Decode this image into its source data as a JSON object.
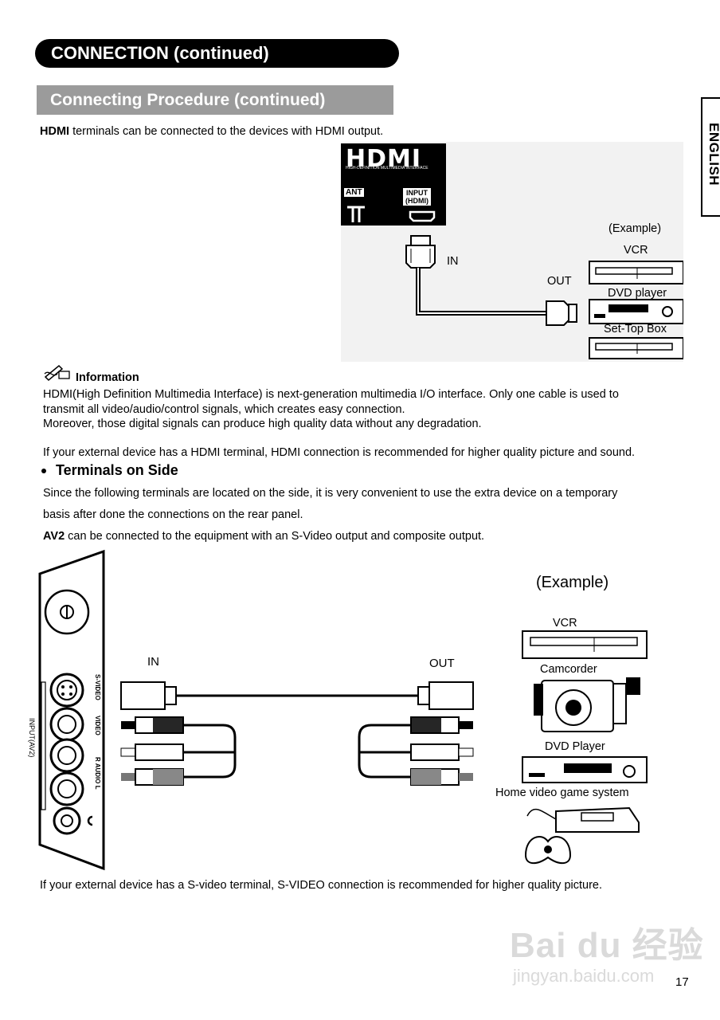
{
  "header": {
    "title": "CONNECTION (continued)",
    "subtitle": "Connecting Procedure (continued)",
    "language_tab": "ENGLISH"
  },
  "hdmi_section": {
    "intro_bold": "HDMI",
    "intro_rest": " terminals can be connected to the devices with HDMI output.",
    "panel_logo": "HDMI",
    "panel_logo_sub": "HIGH-DEFINITION MULTIMEDIA INTERFACE",
    "ant_label": "ANT",
    "input_label_line1": "INPUT",
    "input_label_line2": "(HDMI)",
    "in_label": "IN",
    "out_label": "OUT",
    "example_label": "(Example)",
    "devices": [
      "VCR",
      "DVD player",
      "Set-Top Box"
    ]
  },
  "information": {
    "heading": "Information",
    "line1": "HDMI(High Definition Multimedia Interface) is next-generation multimedia I/O interface. Only one cable is used to",
    "line2": "transmit all video/audio/control signals, which creates easy connection.",
    "line3": "Moreover, those digital signals can produce high quality data without any degradation.",
    "line4": "If your external device has a HDMI terminal, HDMI connection is recommended for higher quality picture and sound."
  },
  "side_section": {
    "heading": "Terminals on Side",
    "para1": "Since the following terminals are located on the side, it is very convenient to use the extra device on a temporary",
    "para2": "basis after done the connections on the rear panel.",
    "av2_bold": "AV2",
    "av2_rest": " can be connected to the equipment with an S-Video output and composite output.",
    "panel_labels": {
      "input": "INPUT(AV2)",
      "svideo": "S-VIDEO",
      "video": "VIDEO",
      "audio": "R  AUDIO  L"
    },
    "in_label": "IN",
    "out_label": "OUT",
    "example_label": "(Example)",
    "devices": [
      "VCR",
      "Camcorder",
      "DVD Player",
      "Home video game system"
    ],
    "footer_note": "If your external device has a S-video terminal, S-VIDEO connection is recommended for higher quality picture."
  },
  "page_number": "17",
  "watermark": {
    "line1": "Bai du 经验",
    "line2": "jingyan.baidu.com"
  }
}
